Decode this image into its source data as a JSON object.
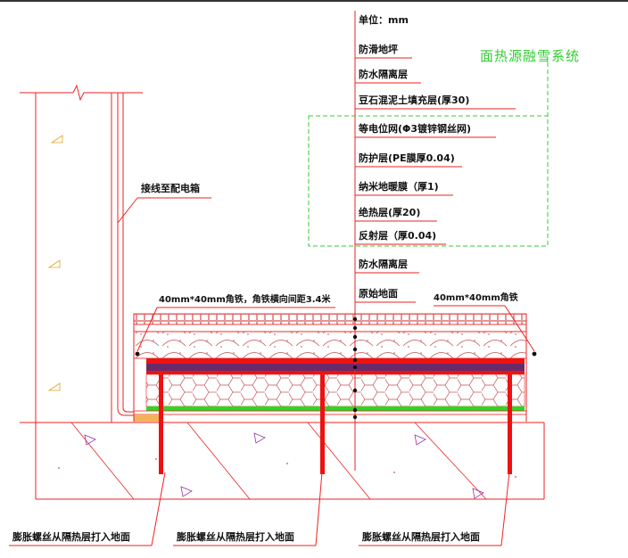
{
  "unit_label": "单位：mm",
  "system_title": "面热源融雪系统",
  "layer_labels": [
    "防滑地坪",
    "防水隔离层",
    "豆石混泥土填充层(厚30)",
    "等电位网(Φ3镀锌钢丝网)",
    "防护层(PE膜厚0.04)",
    "纳米地暖膜（厚1)",
    "绝热层(厚20)",
    "反射层（厚0.04)",
    "防水隔离层",
    "原始地面"
  ],
  "callouts": {
    "junction_box": "接线至配电箱",
    "angle_iron_spacing": "40mm*40mm角铁，角铁横向间距3.4米",
    "angle_iron": "40mm*40mm角铁"
  },
  "anchor_labels": [
    "膨胀螺丝从隔热层打入地面",
    "膨胀螺丝从隔热层打入地面",
    "膨胀螺丝从隔热层打入地面"
  ],
  "colors": {
    "red": "#ee1111",
    "purple": "#6a2a6a",
    "green": "#22dd22",
    "dashed_green": "#33cc33",
    "orange_base": "#f2b35a"
  }
}
